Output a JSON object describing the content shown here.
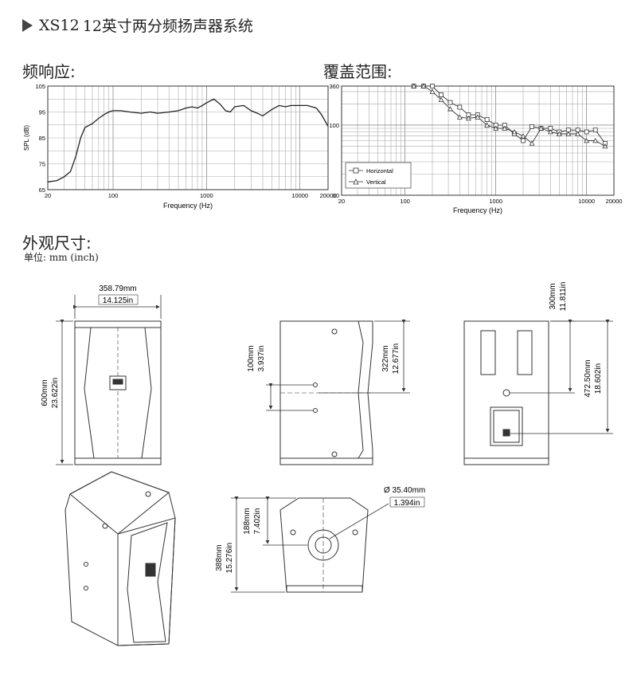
{
  "title": {
    "model": "XS12",
    "description": "12英寸两分频扬声器系统"
  },
  "sections": {
    "frequency_response": "频响应:",
    "coverage": "覆盖范围:",
    "dimensions": "外观尺寸:",
    "unit_note": "单位: mm (inch)"
  },
  "chart_data": [
    {
      "type": "line",
      "title": "",
      "xlabel": "Frequency (Hz)",
      "ylabel": "SPL (dB)",
      "x_scale": "log",
      "xlim": [
        20,
        20000
      ],
      "ylim": [
        65,
        105
      ],
      "x_ticks": [
        "20",
        "100",
        "1000",
        "10000",
        "20000"
      ],
      "y_ticks": [
        "65",
        "75",
        "85",
        "95",
        "105"
      ],
      "grid": true,
      "series": [
        {
          "x": [
            20,
            25,
            30,
            35,
            40,
            45,
            50,
            60,
            70,
            80,
            90,
            100,
            120,
            150,
            200,
            250,
            300,
            400,
            500,
            600,
            700,
            800,
            900,
            1000,
            1200,
            1400,
            1600,
            1800,
            2000,
            2500,
            3000,
            3500,
            4000,
            5000,
            6000,
            7000,
            8000,
            10000,
            12000,
            15000,
            17000,
            20000
          ],
          "y": [
            68,
            68.5,
            70,
            72,
            78,
            85,
            89,
            90.5,
            92.5,
            94,
            95,
            95.5,
            95.5,
            95,
            94.5,
            95,
            94.5,
            95,
            95.5,
            96.5,
            97,
            96.5,
            97.5,
            98.5,
            100,
            98,
            95.5,
            95,
            97,
            97.5,
            95.5,
            94.5,
            93.5,
            96,
            97.5,
            97,
            97.5,
            97.5,
            97.5,
            96.5,
            94,
            89.5
          ]
        }
      ]
    },
    {
      "type": "line",
      "title": "",
      "xlabel": "Frequency (Hz)",
      "ylabel": "",
      "x_scale": "log",
      "y_scale": "log",
      "xlim": [
        20,
        20000
      ],
      "ylim": [
        10,
        360
      ],
      "x_ticks": [
        "20",
        "100",
        "1000",
        "10000",
        "20000"
      ],
      "y_ticks": [
        "10",
        "100",
        "360"
      ],
      "grid": true,
      "legend": "bottom-left",
      "series": [
        {
          "name": "Horizontal",
          "marker": "square",
          "x": [
            125,
            160,
            200,
            250,
            315,
            400,
            500,
            630,
            800,
            1000,
            1250,
            1600,
            2000,
            2500,
            3150,
            4000,
            5000,
            6300,
            8000,
            10000,
            12500,
            16000
          ],
          "y": [
            360,
            360,
            360,
            270,
            210,
            180,
            140,
            140,
            120,
            100,
            100,
            75,
            60,
            95,
            90,
            90,
            80,
            85,
            85,
            80,
            85,
            55
          ]
        },
        {
          "name": "Vertical",
          "marker": "triangle",
          "x": [
            125,
            160,
            200,
            250,
            315,
            400,
            500,
            630,
            800,
            1000,
            1250,
            1600,
            2000,
            2500,
            3150,
            4000,
            5000,
            6300,
            8000,
            10000,
            12500,
            16000
          ],
          "y": [
            360,
            360,
            300,
            230,
            170,
            130,
            125,
            130,
            100,
            90,
            90,
            80,
            70,
            55,
            90,
            80,
            75,
            75,
            75,
            60,
            60,
            50
          ]
        }
      ]
    }
  ],
  "dims": {
    "front_width": {
      "mm": "358.79mm",
      "in": "14.125in"
    },
    "front_height": {
      "mm": "600mm",
      "in": "23.622in"
    },
    "side_hole": {
      "mm": "100mm",
      "in": "3.937in"
    },
    "side_top": {
      "mm": "322mm",
      "in": "12.677in"
    },
    "back_top": {
      "mm": "300mm",
      "in": "11.811in"
    },
    "back_plate": {
      "mm": "472.50mm",
      "in": "18.602in"
    },
    "bottom_hole": {
      "mm": "Ø 35.40mm",
      "in": "1.394in"
    },
    "bottom_depth": {
      "mm": "388mm",
      "in": "15.276in"
    },
    "bottom_socket": {
      "mm": "188mm",
      "in": "7.402in"
    }
  }
}
